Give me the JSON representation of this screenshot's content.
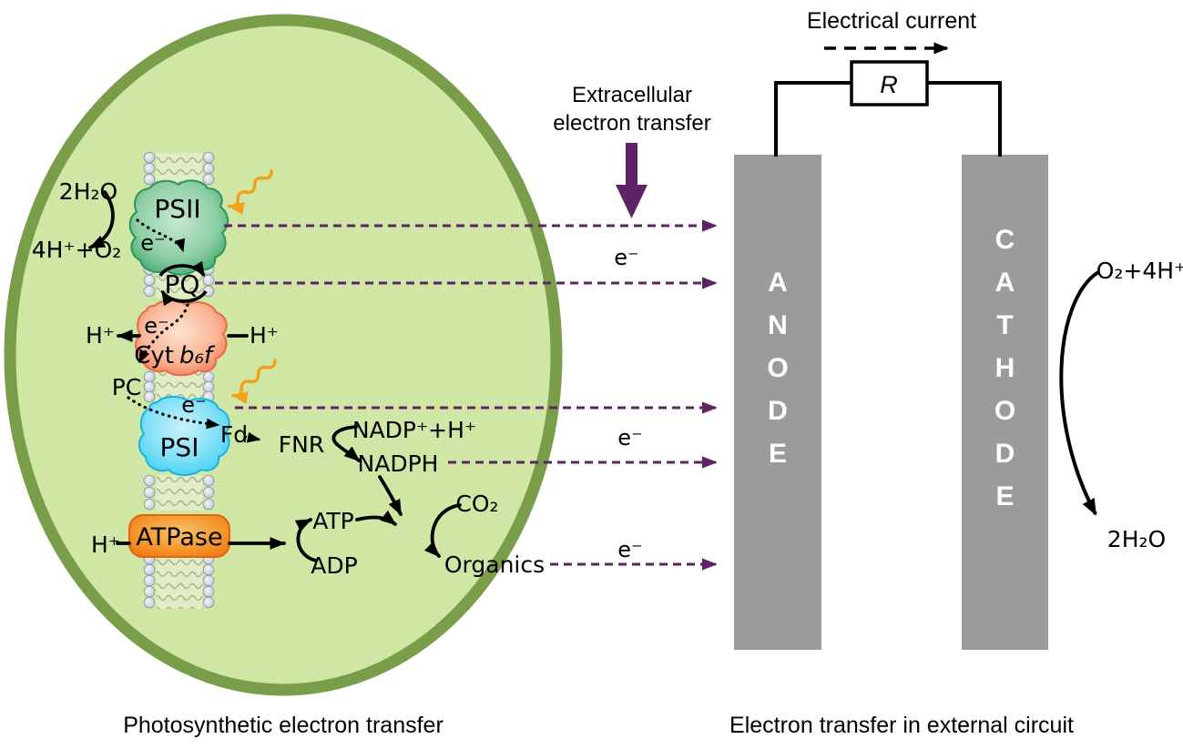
{
  "colors": {
    "purple_accent": "#5d2365",
    "light_orange": "#f3a01c",
    "electrode_gray": "#9b9b9b",
    "cell_fill": "#cfe6a4",
    "cell_border": "#7a9d4a",
    "psii_green": "#35a263",
    "cyt_salmon": "#ef7450",
    "psi_cyan": "#3bcdf1",
    "atpase_orange": "#ee7110"
  },
  "cell": {
    "water_in": "2H₂O",
    "oxygen_out": "4H⁺+O₂",
    "psii": "PSII",
    "electron": "e⁻",
    "pq": "PQ",
    "proton": "H⁺",
    "cyt_prefix": "Cyt",
    "cyt_suffix": "b₆f",
    "pc": "PC",
    "psi": "PSI",
    "fd": "Fd",
    "fnr": "FNR",
    "nadp": "NADP⁺+H⁺",
    "nadph": "NADPH",
    "co2": "CO₂",
    "atp": "ATP",
    "adp": "ADP",
    "organics": "Organics",
    "atpase": "ATPase"
  },
  "transfer": {
    "extracellular_line1": "Extracellular",
    "extracellular_line2": "electron transfer",
    "electron": "e⁻"
  },
  "circuit": {
    "electrical_current": "Electrical current",
    "resistor": "R",
    "anode": "ANODE",
    "cathode": "CATHODE",
    "oxygen_reduction_in": "O₂+4H⁺",
    "oxygen_reduction_out": "2H₂O"
  },
  "captions": {
    "left": "Photosynthetic electron transfer",
    "right": "Electron transfer in external circuit"
  }
}
